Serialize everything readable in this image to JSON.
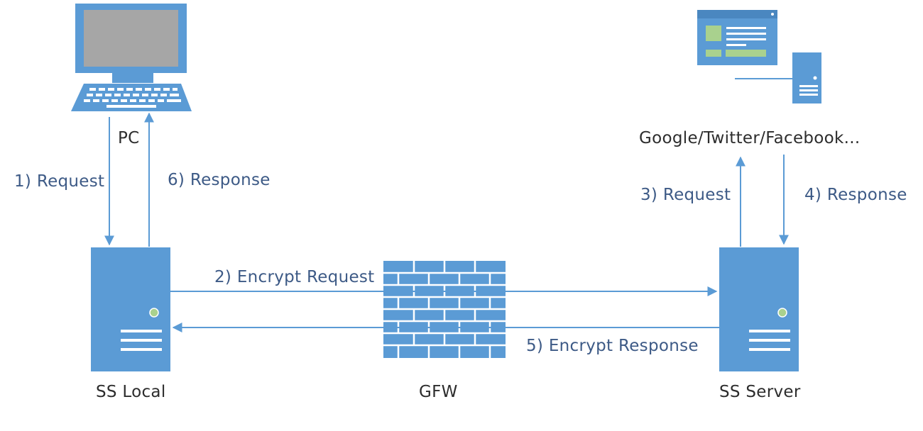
{
  "colors": {
    "device_fill": "#5b9bd5",
    "device_line": "#ffffff",
    "arrow": "#5b9bd5",
    "indicator": "#a9d18e",
    "screen_gray": "#a6a6a6",
    "flow_text": "#3d5a86",
    "node_text": "#2d2d2d"
  },
  "icons": {
    "pc": "laptop-pc-icon",
    "website": "website-server-icon",
    "ss_local": "server-tower-icon",
    "gfw": "brick-wall-firewall-icon",
    "ss_server": "server-tower-icon"
  },
  "nodes": {
    "pc": "PC",
    "websites": "Google/Twitter/Facebook...",
    "ss_local": "SS Local",
    "gfw": "GFW",
    "ss_server": "SS Server"
  },
  "flows": {
    "step1": "1) Request",
    "step2": "2) Encrypt Request",
    "step3": "3) Request",
    "step4": "4) Response",
    "step5": "5) Encrypt Response",
    "step6": "6) Response"
  }
}
